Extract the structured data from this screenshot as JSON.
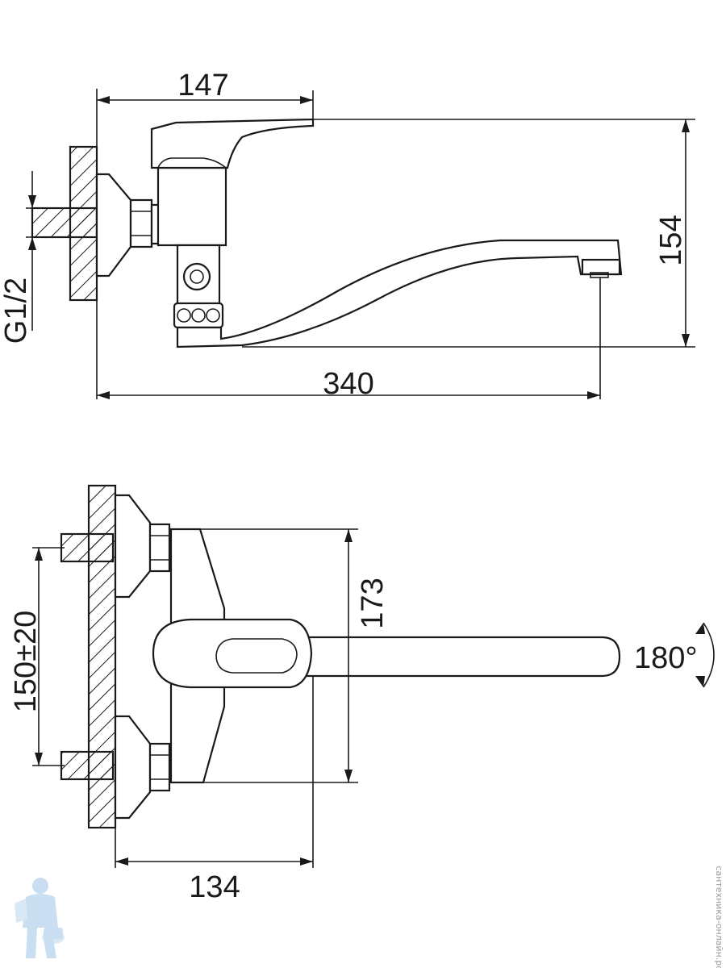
{
  "diagram": {
    "side_view": {
      "dim_top_width": "147",
      "dim_height": "154",
      "dim_total_length": "340",
      "dim_thread": "G1/2"
    },
    "front_view": {
      "dim_height": "173",
      "dim_centers": "150±20",
      "dim_width": "134",
      "dim_rotation": "180°"
    }
  },
  "watermark": {
    "logo_icon": "plumber-mascot-icon",
    "site_text": "сантехника-онлайн.рф"
  },
  "colors": {
    "line": "#1a1a1a",
    "background": "#ffffff",
    "watermark": "#9ec6e6"
  }
}
